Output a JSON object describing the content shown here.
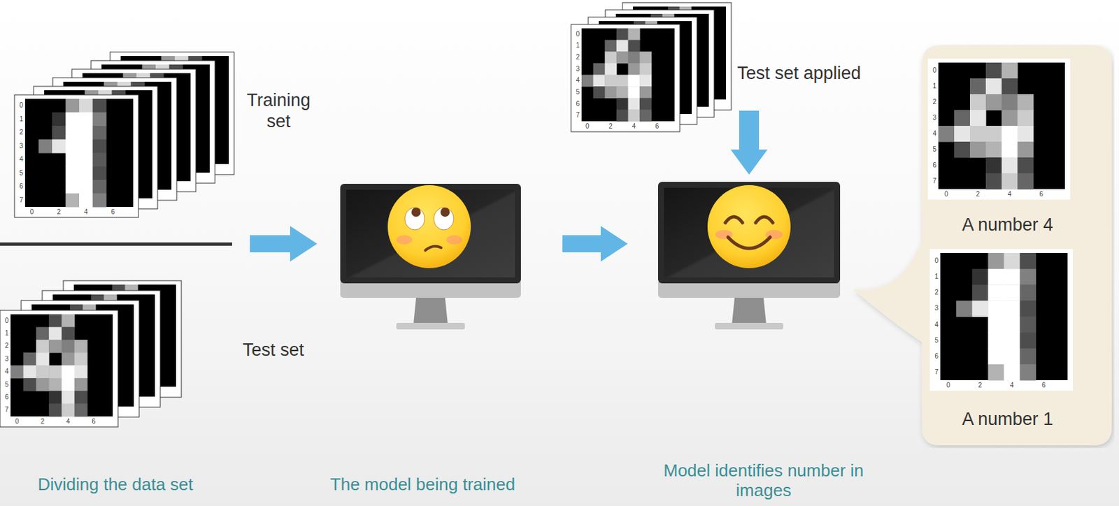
{
  "diagram": {
    "nodes": [
      {
        "text": [
          "A number 4",
          "A number 1"
        ]
      }
    ],
    "labels": [
      "Training set",
      "Test set",
      "Test set applied",
      "Dividing the data set",
      "The model being trained",
      "Model identifies number in images",
      "0",
      "1",
      "2",
      "3",
      "4",
      "5",
      "6",
      "7",
      "0",
      "2",
      "4",
      "6",
      "0",
      "1",
      "2",
      "3",
      "4",
      "5",
      "6",
      "7",
      "0",
      "2",
      "4",
      "6",
      "0",
      "1",
      "2",
      "3",
      "4",
      "5",
      "6",
      "7",
      "0",
      "2",
      "4",
      "6",
      "0",
      "1",
      "2",
      "3",
      "4",
      "5",
      "6",
      "7",
      "0",
      "2",
      "4",
      "6",
      "0",
      "1",
      "2",
      "3",
      "4",
      "5",
      "6",
      "7",
      "0",
      "2",
      "4",
      "6"
    ]
  }
}
